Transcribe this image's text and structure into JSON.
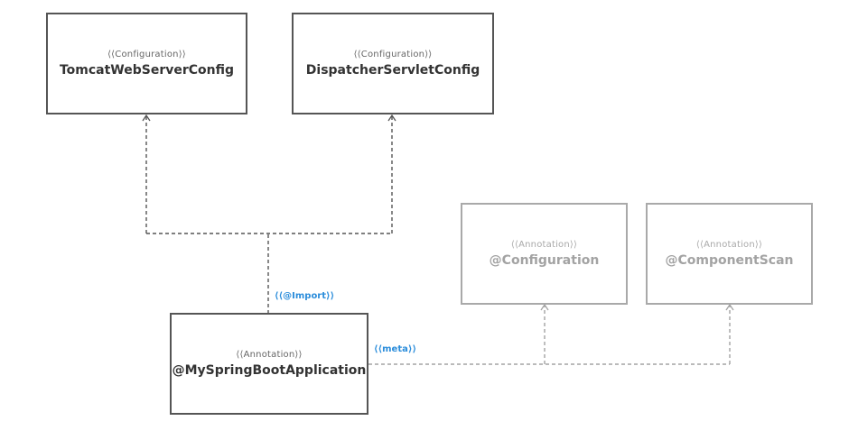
{
  "nodes": {
    "tomcat": {
      "stereotype": "⟨⟨Configuration⟩⟩",
      "name": "TomcatWebServerConfig"
    },
    "dispatcher": {
      "stereotype": "⟨⟨Configuration⟩⟩",
      "name": "DispatcherServletConfig"
    },
    "configuration": {
      "stereotype": "⟨⟨Annotation⟩⟩",
      "name": "@Configuration"
    },
    "componentscan": {
      "stereotype": "⟨⟨Annotation⟩⟩",
      "name": "@ComponentScan"
    },
    "app": {
      "stereotype": "⟨⟨Annotation⟩⟩",
      "name": "@MySpringBootApplication"
    }
  },
  "edges": {
    "import_label": "⟨⟨@Import⟩⟩",
    "meta_label": "⟨⟨meta⟩⟩"
  },
  "colors": {
    "dark_border": "#555555",
    "light_border": "#a9a9a9",
    "label_blue": "#2b8ddb",
    "dark_line": "#555555",
    "light_line": "#a3a3a3"
  }
}
